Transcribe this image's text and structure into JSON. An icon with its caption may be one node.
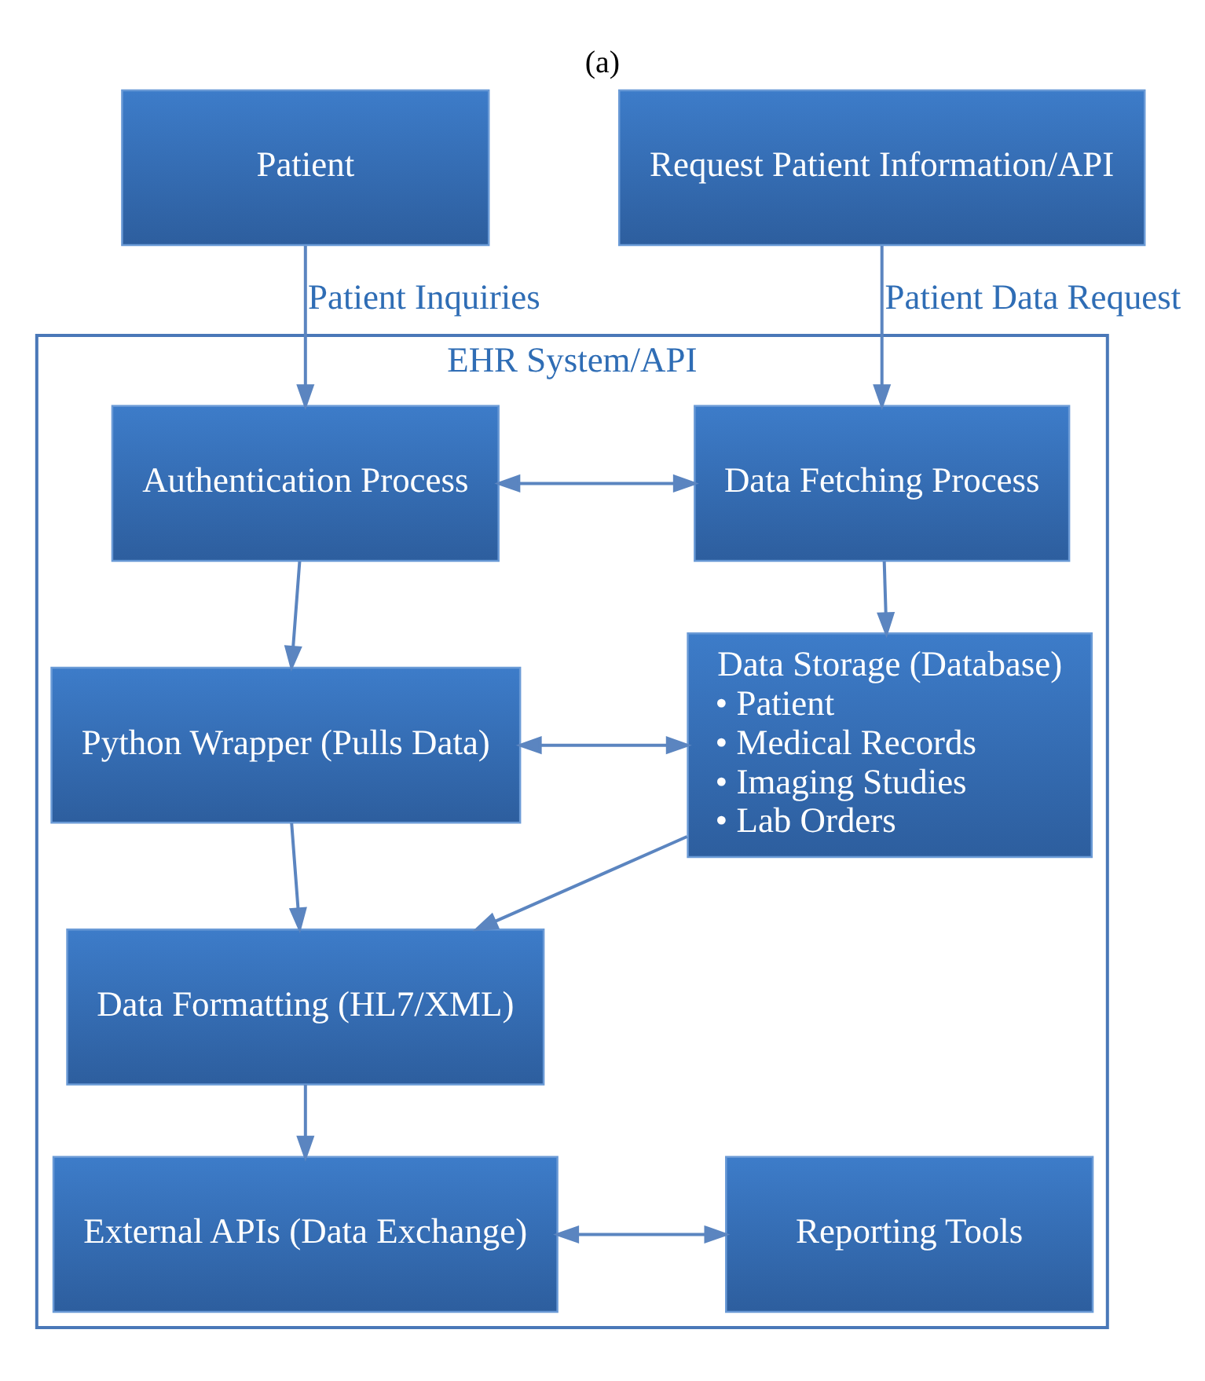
{
  "diagram": {
    "title": "(a)",
    "nodes": [
      {
        "text": [
          "Patient"
        ]
      },
      {
        "text": [
          "Request Patient Information/API"
        ]
      },
      {
        "text": [
          "EHR System/API"
        ]
      },
      {
        "text": [
          "Authentication Process"
        ],
        "in": 2
      },
      {
        "text": [
          "Data Fetching Process"
        ],
        "in": 2
      },
      {
        "text": [
          "Python Wrapper (Pulls Data)"
        ],
        "in": 2
      },
      {
        "text": [
          "Data Storage (Database)",
          "• Patient",
          "• Medical Records",
          "• Imaging Studies",
          "• Lab Orders"
        ],
        "in": 2
      },
      {
        "text": [
          "Data Formatting (HL7/XML)"
        ],
        "in": 2
      },
      {
        "text": [
          "External APIs (Data Exchange)"
        ],
        "in": 2
      },
      {
        "text": [
          "Reporting Tools"
        ],
        "in": 2
      }
    ],
    "edges": [
      {
        "from": 0,
        "to": 3,
        "arrow": "to",
        "label": "Patient Inquiries"
      },
      {
        "from": 1,
        "to": 4,
        "arrow": "to",
        "label": "Patient Data Request"
      },
      {
        "from": 3,
        "to": 4,
        "arrow": "both"
      },
      {
        "from": 3,
        "to": 5,
        "arrow": "to"
      },
      {
        "from": 4,
        "to": 6,
        "arrow": "to"
      },
      {
        "from": 5,
        "to": 6,
        "arrow": "both"
      },
      {
        "from": 5,
        "to": 7,
        "arrow": "to"
      },
      {
        "from": 6,
        "to": 7,
        "arrow": "to"
      },
      {
        "from": 7,
        "to": 8,
        "arrow": "to"
      },
      {
        "from": 8,
        "to": 9,
        "arrow": "both"
      }
    ]
  }
}
